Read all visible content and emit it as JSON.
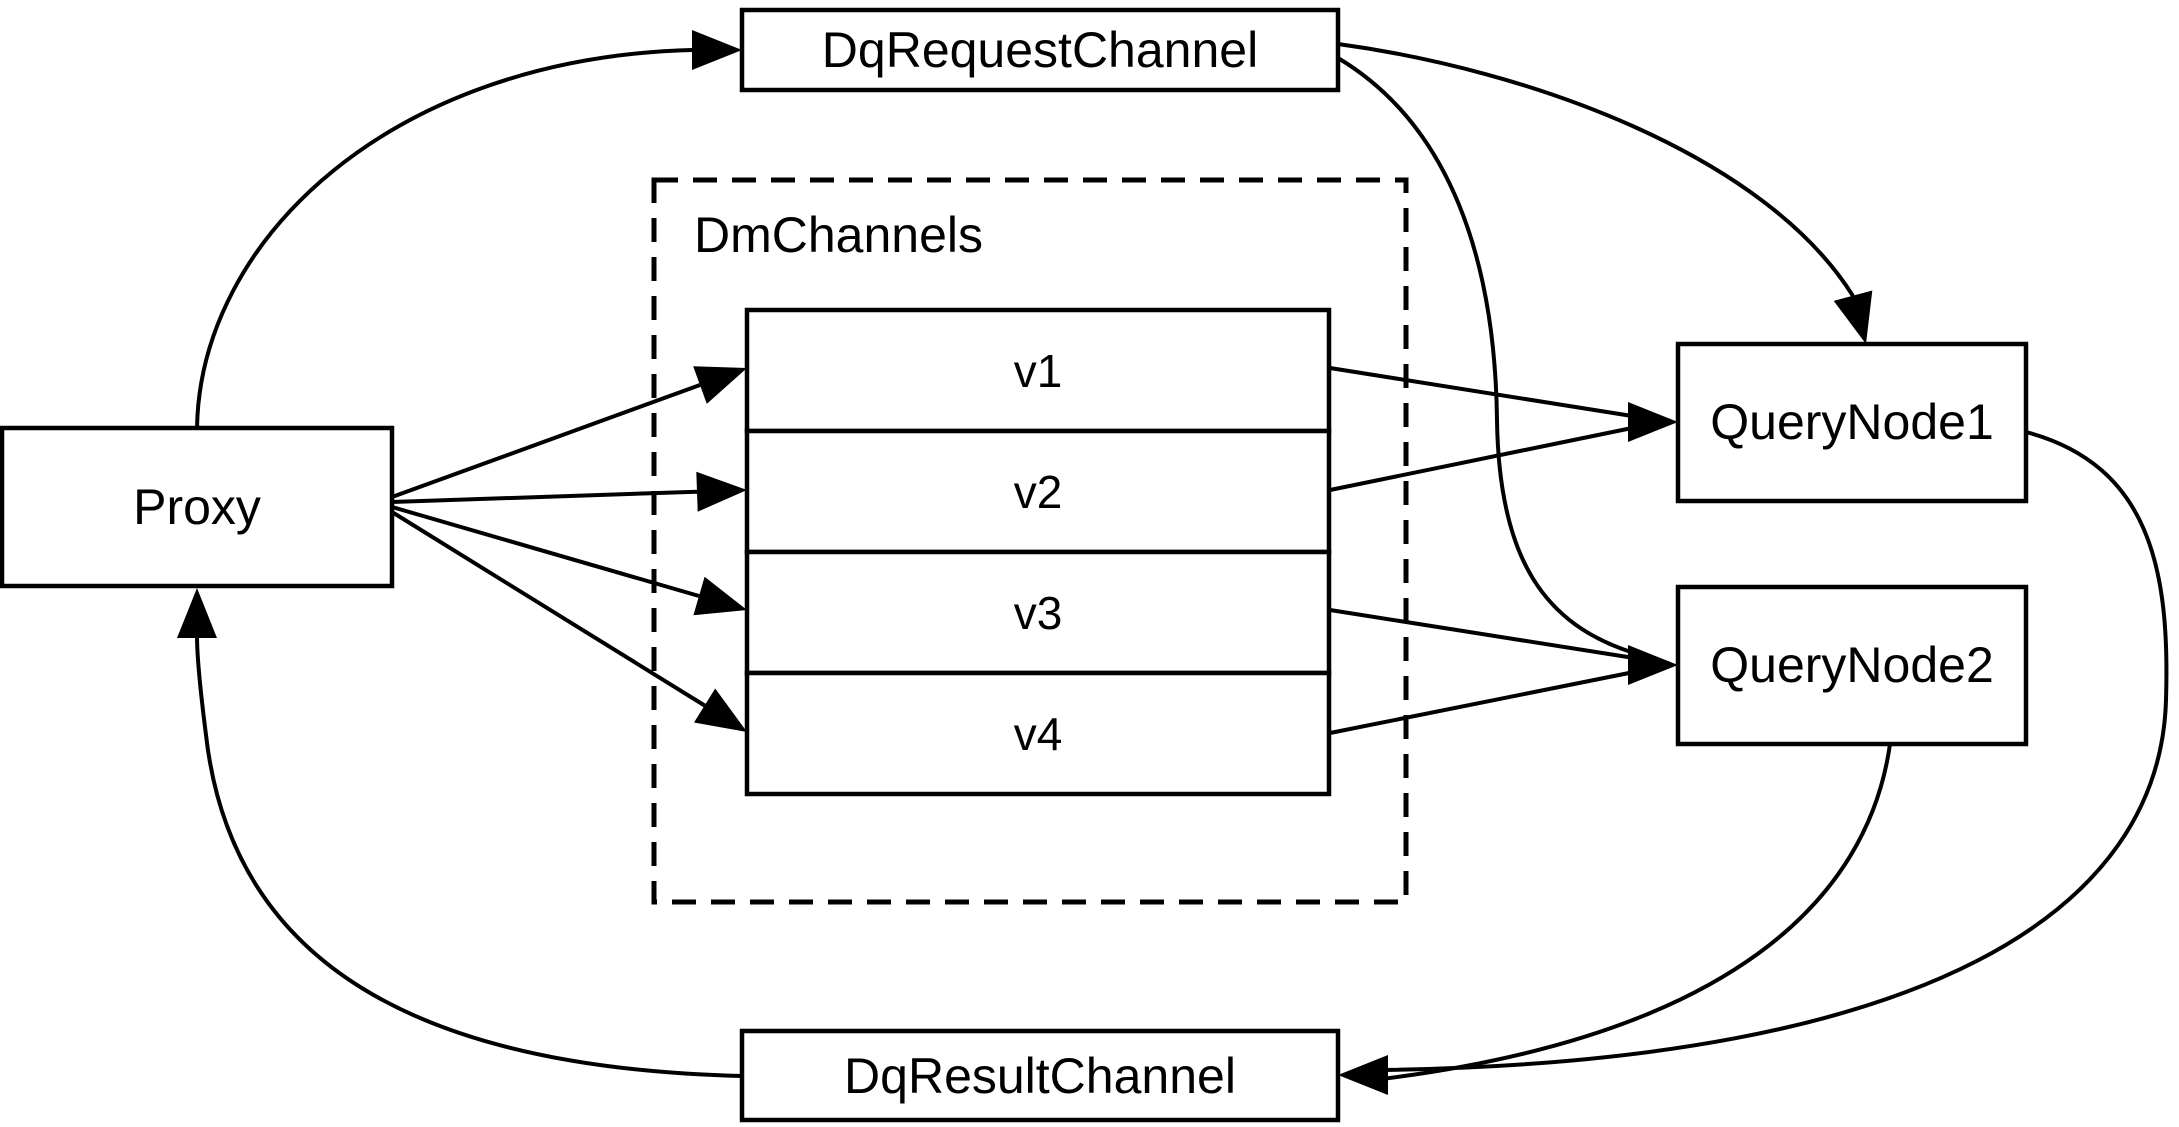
{
  "diagram": {
    "background_color": "#ffffff",
    "line_color": "#000000",
    "nodes": {
      "dq_request_channel": "DqRequestChannel",
      "proxy": "Proxy",
      "dm_channels_group": "DmChannels",
      "channels": [
        "v1",
        "v2",
        "v3",
        "v4"
      ],
      "query_node_1": "QueryNode1",
      "query_node_2": "QueryNode2",
      "dq_result_channel": "DqResultChannel"
    },
    "edges": [
      {
        "from": "Proxy",
        "to": "DqRequestChannel"
      },
      {
        "from": "DqRequestChannel",
        "to": "QueryNode1"
      },
      {
        "from": "DqRequestChannel",
        "to": "QueryNode2"
      },
      {
        "from": "Proxy",
        "to": "v1"
      },
      {
        "from": "Proxy",
        "to": "v2"
      },
      {
        "from": "Proxy",
        "to": "v3"
      },
      {
        "from": "Proxy",
        "to": "v4"
      },
      {
        "from": "v1",
        "to": "QueryNode1"
      },
      {
        "from": "v2",
        "to": "QueryNode1"
      },
      {
        "from": "v3",
        "to": "QueryNode2"
      },
      {
        "from": "v4",
        "to": "QueryNode2"
      },
      {
        "from": "QueryNode1",
        "to": "DqResultChannel"
      },
      {
        "from": "QueryNode2",
        "to": "DqResultChannel"
      },
      {
        "from": "DqResultChannel",
        "to": "Proxy"
      }
    ]
  }
}
